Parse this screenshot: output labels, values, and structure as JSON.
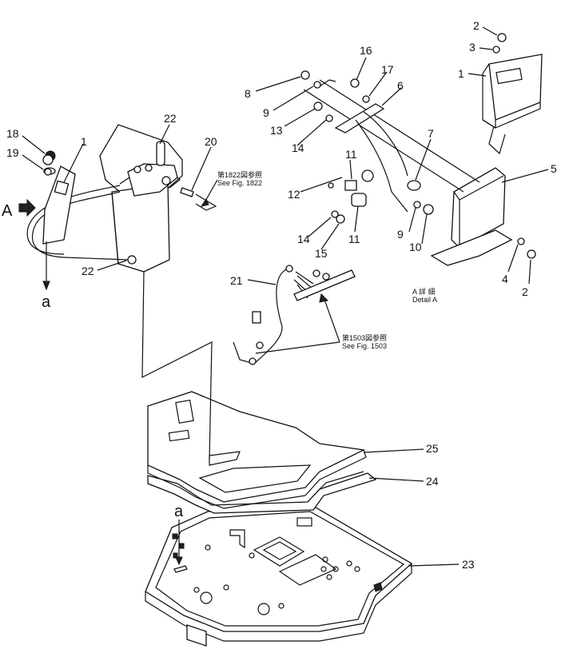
{
  "diagram": {
    "callouts": {
      "c1a": "1",
      "c1b": "1",
      "c2a": "2",
      "c2b": "2",
      "c3": "3",
      "c4": "4",
      "c5": "5",
      "c6": "6",
      "c7": "7",
      "c8": "8",
      "c9a": "9",
      "c9b": "9",
      "c10": "10",
      "c11a": "11",
      "c11b": "11",
      "c12": "12",
      "c13": "13",
      "c14a": "14",
      "c14b": "14",
      "c15": "15",
      "c16": "16",
      "c17": "17",
      "c18": "18",
      "c19": "19",
      "c20": "20",
      "c21": "21",
      "c22a": "22",
      "c22b": "22",
      "c23": "23",
      "c24": "24",
      "c25": "25"
    },
    "view_arrow_label": "A",
    "detail_ref_a1": "a",
    "detail_ref_a2": "a",
    "detail_title_jp": "A 詳 細",
    "detail_title_en": "Detail A",
    "ref_1822_jp": "第1822図参照",
    "ref_1822_en": "See Fig. 1822",
    "ref_1503_jp": "第1503図参照",
    "ref_1503_en": "See Fig. 1503"
  }
}
